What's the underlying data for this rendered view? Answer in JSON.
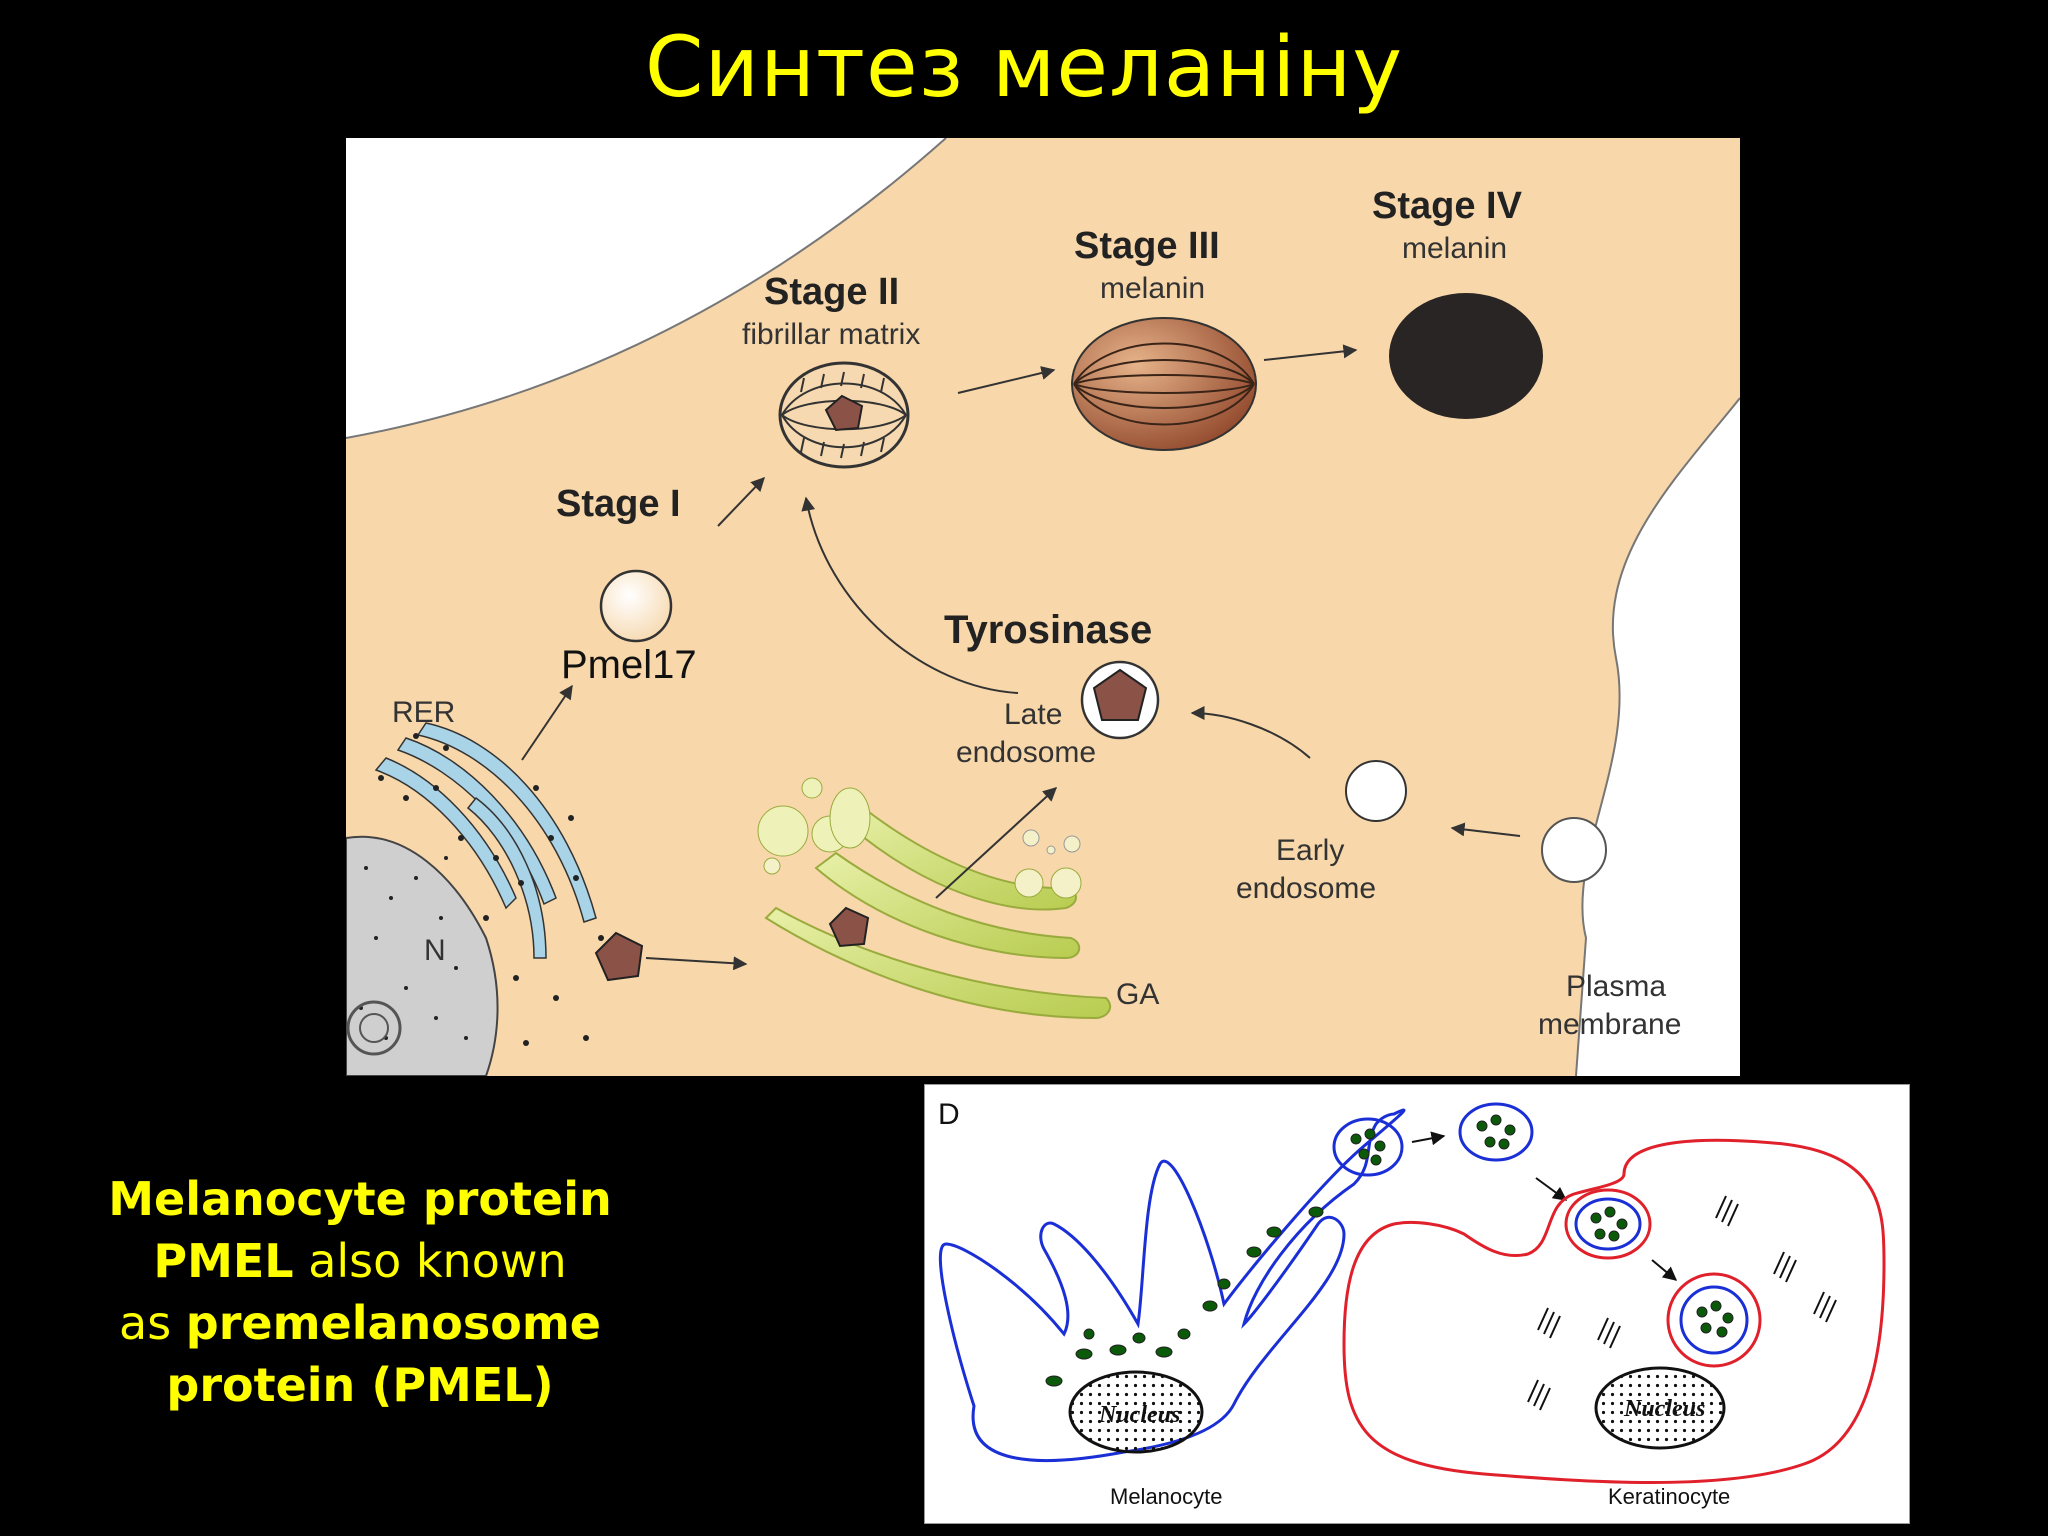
{
  "title": "Синтез меланіну",
  "top_diagram": {
    "stage1": "Stage I",
    "stage2": "Stage II",
    "stage2_sub": "fibrillar matrix",
    "stage3": "Stage III",
    "stage3_sub": "melanin",
    "stage4": "Stage IV",
    "stage4_sub": "melanin",
    "pmel17": "Pmel17",
    "rer": "RER",
    "nucleus": "N",
    "tyrosinase": "Tyrosinase",
    "late_endosome_1": "Late",
    "late_endosome_2": "endosome",
    "early_endosome_1": "Early",
    "early_endosome_2": "endosome",
    "ga": "GA",
    "plasma_1": "Plasma",
    "plasma_2": "membrane",
    "colors": {
      "cytoplasm": "#f8d7aa",
      "melanin": "#2a2525",
      "tyrosinase": "#8b5248",
      "golgi": "#c9d86a",
      "rer": "#a9d3e6"
    }
  },
  "bottom_diagram": {
    "panel_letter": "D",
    "melanocyte_label": "Melanocyte",
    "keratinocyte_label": "Keratinocyte",
    "nucleus_left": "Nucleus",
    "nucleus_right": "Nucleus",
    "colors": {
      "melanocyte_outline": "#1a2fd6",
      "keratinocyte_outline": "#e0202a",
      "melanosome": "#0a5a0a"
    }
  },
  "caption": {
    "part1": "Melanocyte protein",
    "part2": "PMEL",
    "part3": " also known",
    "part4": "as ",
    "part5": "premelanosome",
    "part6": "protein (PMEL)"
  }
}
